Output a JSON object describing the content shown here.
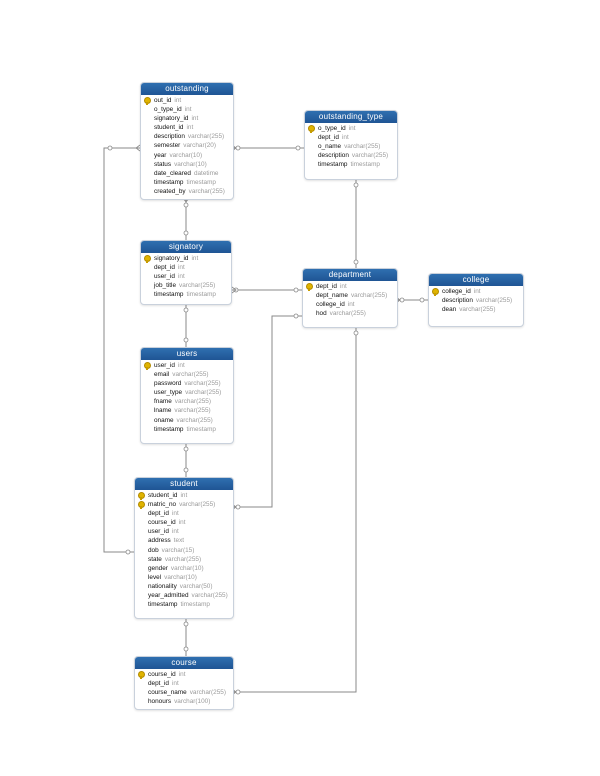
{
  "tables": {
    "outstanding": {
      "title": "outstanding",
      "fields": [
        {
          "name": "out_id",
          "type": "int",
          "pk": true
        },
        {
          "name": "o_type_id",
          "type": "int"
        },
        {
          "name": "signatory_id",
          "type": "int"
        },
        {
          "name": "student_id",
          "type": "int"
        },
        {
          "name": "description",
          "type": "varchar(255)"
        },
        {
          "name": "semester",
          "type": "varchar(20)"
        },
        {
          "name": "year",
          "type": "varchar(10)"
        },
        {
          "name": "status",
          "type": "varchar(10)"
        },
        {
          "name": "date_cleared",
          "type": "datetime"
        },
        {
          "name": "timestamp",
          "type": "timestamp"
        },
        {
          "name": "created_by",
          "type": "varchar(255)"
        }
      ]
    },
    "outstanding_type": {
      "title": "outstanding_type",
      "fields": [
        {
          "name": "o_type_id",
          "type": "int",
          "pk": true
        },
        {
          "name": "dept_id",
          "type": "int"
        },
        {
          "name": "o_name",
          "type": "varchar(255)"
        },
        {
          "name": "description",
          "type": "varchar(255)"
        },
        {
          "name": "timestamp",
          "type": "timestamp"
        }
      ]
    },
    "signatory": {
      "title": "signatory",
      "fields": [
        {
          "name": "signatory_id",
          "type": "int",
          "pk": true
        },
        {
          "name": "dept_id",
          "type": "int"
        },
        {
          "name": "user_id",
          "type": "int"
        },
        {
          "name": "job_title",
          "type": "varchar(255)"
        },
        {
          "name": "timestamp",
          "type": "timestamp"
        }
      ]
    },
    "department": {
      "title": "department",
      "fields": [
        {
          "name": "dept_id",
          "type": "int",
          "pk": true
        },
        {
          "name": "dept_name",
          "type": "varchar(255)"
        },
        {
          "name": "college_id",
          "type": "int"
        },
        {
          "name": "hod",
          "type": "varchar(255)"
        }
      ]
    },
    "college": {
      "title": "college",
      "fields": [
        {
          "name": "college_id",
          "type": "int",
          "pk": true
        },
        {
          "name": "description",
          "type": "varchar(255)"
        },
        {
          "name": "dean",
          "type": "varchar(255)"
        }
      ]
    },
    "users": {
      "title": "users",
      "fields": [
        {
          "name": "user_id",
          "type": "int",
          "pk": true
        },
        {
          "name": "email",
          "type": "varchar(255)"
        },
        {
          "name": "password",
          "type": "varchar(255)"
        },
        {
          "name": "user_type",
          "type": "varchar(255)"
        },
        {
          "name": "fname",
          "type": "varchar(255)"
        },
        {
          "name": "lname",
          "type": "varchar(255)"
        },
        {
          "name": "oname",
          "type": "varchar(255)"
        },
        {
          "name": "timestamp",
          "type": "timestamp"
        }
      ]
    },
    "student": {
      "title": "student",
      "fields": [
        {
          "name": "student_id",
          "type": "int",
          "pk": true
        },
        {
          "name": "matric_no",
          "type": "varchar(255)",
          "pk": true
        },
        {
          "name": "dept_id",
          "type": "int"
        },
        {
          "name": "course_id",
          "type": "int"
        },
        {
          "name": "user_id",
          "type": "int"
        },
        {
          "name": "address",
          "type": "text"
        },
        {
          "name": "dob",
          "type": "varchar(15)"
        },
        {
          "name": "state",
          "type": "varchar(255)"
        },
        {
          "name": "gender",
          "type": "varchar(10)"
        },
        {
          "name": "level",
          "type": "varchar(10)"
        },
        {
          "name": "nationality",
          "type": "varchar(50)"
        },
        {
          "name": "year_admitted",
          "type": "varchar(255)"
        },
        {
          "name": "timestamp",
          "type": "timestamp"
        }
      ]
    },
    "course": {
      "title": "course",
      "fields": [
        {
          "name": "course_id",
          "type": "int",
          "pk": true
        },
        {
          "name": "dept_id",
          "type": "int"
        },
        {
          "name": "course_name",
          "type": "varchar(255)"
        },
        {
          "name": "honours",
          "type": "varchar(100)"
        }
      ]
    }
  },
  "colors": {
    "header": "#1f5594",
    "line": "#8a8a8a",
    "key": "#e0b400"
  }
}
